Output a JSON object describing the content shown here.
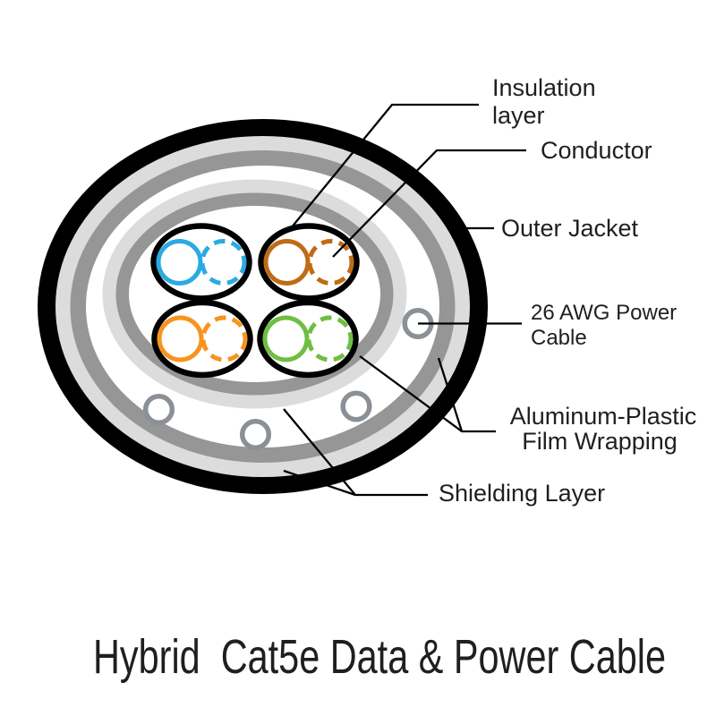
{
  "title": "Hybrid  Cat5e Data & Power Cable",
  "labels": {
    "insulation": {
      "line1": "Insulation",
      "line2": "layer"
    },
    "conductor": {
      "line1": "Conductor"
    },
    "outer_jacket": {
      "line1": "Outer Jacket"
    },
    "power_cable": {
      "line1": "26 AWG Power",
      "line2": "Cable"
    },
    "film_wrapping": {
      "line1": "Aluminum-Plastic",
      "line2": "Film Wrapping"
    },
    "shielding_layer": {
      "line1": "Shielding Layer"
    }
  },
  "colors": {
    "outer_jacket_black": "#000000",
    "shielding_light_gray": "#dcdcdc",
    "film_gray": "#969696",
    "inner_white": "#ffffff",
    "power_circle_gray": "#8a9096",
    "pair_outline": "#000000",
    "pair_blue": "#29abe2",
    "pair_brown": "#bf6b16",
    "pair_orange": "#f7941e",
    "pair_green": "#6fbe44",
    "leader_line": "#000000",
    "label_text": "#1f1f1f"
  }
}
